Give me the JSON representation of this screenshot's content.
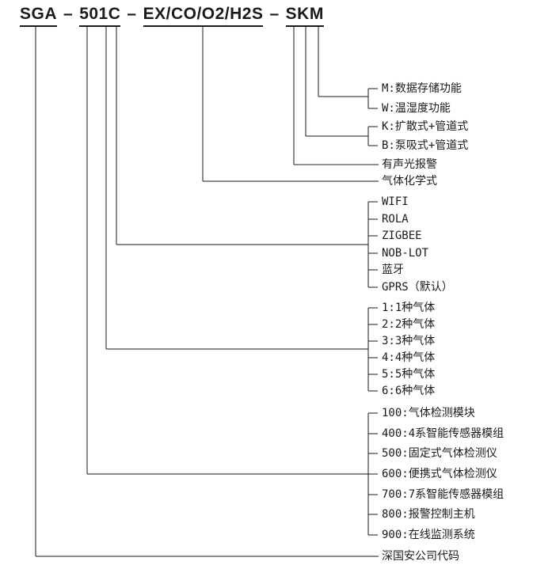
{
  "model_code": {
    "segments": [
      "SGA",
      "501C",
      "EX/CO/O2/H2S",
      "SKM"
    ],
    "separator": "–"
  },
  "legend": {
    "storage_options": [
      "M:数据存储功能",
      "W:温湿度功能"
    ],
    "sampling_options": [
      "K:扩散式+管道式",
      "B:泵吸式+管道式"
    ],
    "alarm": "有声光报警",
    "gas_formula": "气体化学式",
    "comm_options": [
      "WIFI",
      "ROLA",
      "ZIGBEE",
      "NOB-LOT",
      "蓝牙",
      "GPRS（默认）"
    ],
    "gas_count_options": [
      "1:1种气体",
      "2:2种气体",
      "3:3种气体",
      "4:4种气体",
      "5:5种气体",
      "6:6种气体"
    ],
    "series_options": [
      "100:气体检测模块",
      "400:4系智能传感器模组",
      "500:固定式气体检测仪",
      "600:便携式气体检测仪",
      "700:7系智能传感器模组",
      "800:报警控制主机",
      "900:在线监测系统"
    ],
    "company": "深国安公司代码"
  },
  "colors": {
    "line": "#1a1a1a",
    "text": "#1a1a1a",
    "background": "#ffffff"
  }
}
